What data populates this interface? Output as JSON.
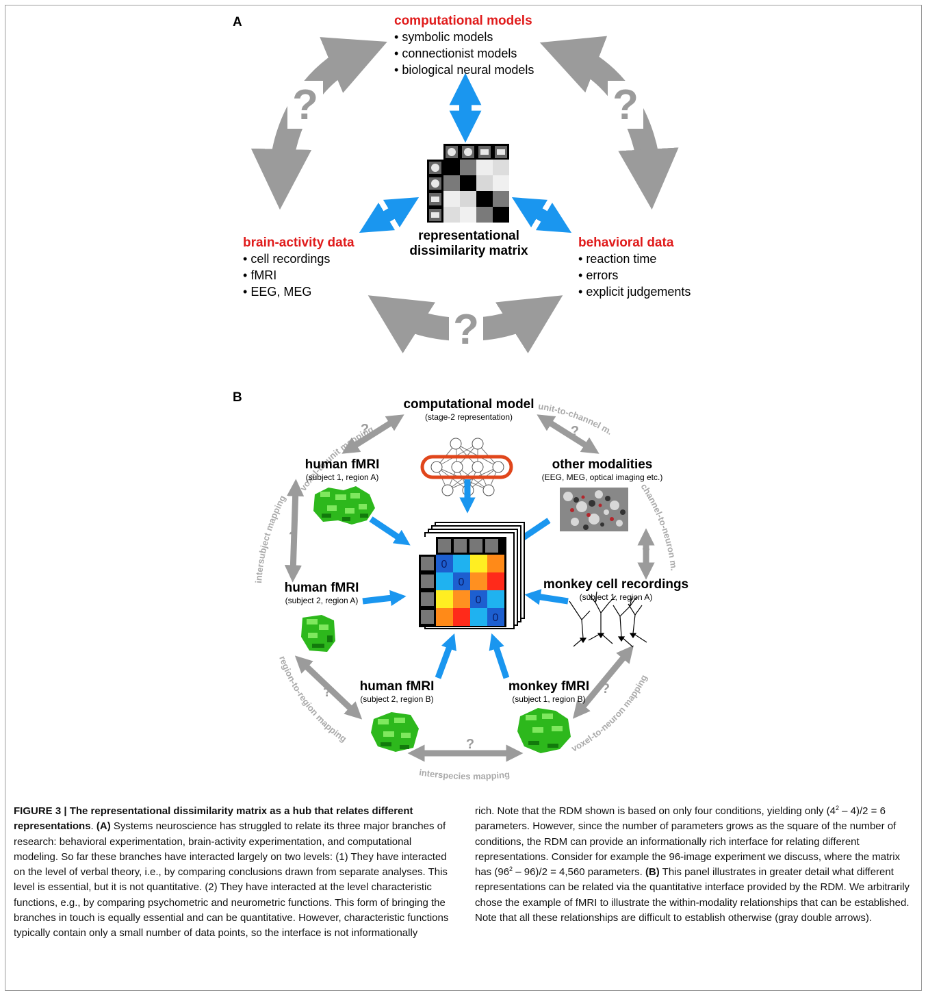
{
  "panel_a": {
    "letter": "A",
    "computational": {
      "title": "computational models",
      "items": [
        "symbolic models",
        "connectionist models",
        "biological neural models"
      ]
    },
    "brain": {
      "title": "brain-activity data",
      "items": [
        "cell recordings",
        "fMRI",
        "EEG, MEG"
      ]
    },
    "behavioral": {
      "title": "behavioral data",
      "items": [
        "reaction time",
        "errors",
        "explicit judgements"
      ]
    },
    "rdm_label_1": "representational",
    "rdm_label_2": "dissimilarity matrix",
    "question_mark": "?"
  },
  "panel_b": {
    "letter": "B",
    "comp_model": {
      "title": "computational model",
      "sub": "(stage-2 representation)"
    },
    "fmri_s1a": {
      "title": "human fMRI",
      "sub": "(subject 1, region A)"
    },
    "fmri_s2a": {
      "title": "human fMRI",
      "sub": "(subject 2, region A)"
    },
    "fmri_s2b": {
      "title": "human fMRI",
      "sub": "(subject 2, region B)"
    },
    "monkey_fmri": {
      "title": "monkey fMRI",
      "sub": "(subject 1, region B)"
    },
    "monkey_cells": {
      "title": "monkey cell recordings",
      "sub": "(subject 1, region A)"
    },
    "other": {
      "title": "other modalities",
      "sub": "(EEG, MEG, optical imaging etc.)"
    },
    "mappings": {
      "voxel_to_unit": "voxel-to-unit mapping",
      "unit_to_channel": "unit-to-channel m.",
      "channel_to_neuron": "channel-to-neuron m.",
      "intersubject": "intersubject mapping",
      "region_to_region": "region-to-region mapping",
      "interspecies": "interspecies mapping",
      "voxel_to_neuron": "voxel-to-neuron mapping"
    },
    "zero": "0",
    "question_mark": "?"
  },
  "caption": {
    "fig": "FIGURE 3 | The representational dissimilarity matrix as a hub that relates different representations",
    "col1_a": ". ",
    "col1_b": "(A)",
    "col1_c": " Systems neuroscience has struggled to relate its three major branches of research: behavioral experimentation, brain-activity experimentation, and computational modeling. So far these branches have interacted largely on two levels: (1) They have interacted on the level of verbal theory, i.e., by comparing conclusions drawn from separate analyses. This level is essential, but it is not quantitative. (2) They have interacted at the level characteristic functions, e.g., by comparing psychometric and neurometric functions. This form of bringing the branches in touch is equally essential and can be quantitative. However, characteristic functions typically contain only a small number of data points, so the interface is not informationally",
    "col2_1": "rich. Note that the RDM shown is based on only four conditions, yielding only (4",
    "col2_sup1": "2",
    "col2_2": " – 4)/2 = 6 parameters. However, since the number of parameters grows as the square of the number of conditions, the RDM can provide an informationally rich interface for relating different representations. Consider for example the 96-image experiment we discuss, where the matrix has (96",
    "col2_sup2": "2",
    "col2_3": " – 96)/2 = 4,560 parameters. ",
    "col2_b": "(B)",
    "col2_4": " This panel illustrates in greater detail what different representations can be related via the quantitative interface provided by the RDM. We arbitrarily chose the example of fMRI to illustrate the within-modality relationships that can be established. Note that all these relationships are difficult to establish otherwise (gray double arrows)."
  },
  "colors": {
    "red": "#e01b1b",
    "blue": "#1a96ef",
    "gray": "#9b9b9b",
    "green": "#33c41f",
    "orange": "#e0461b"
  }
}
